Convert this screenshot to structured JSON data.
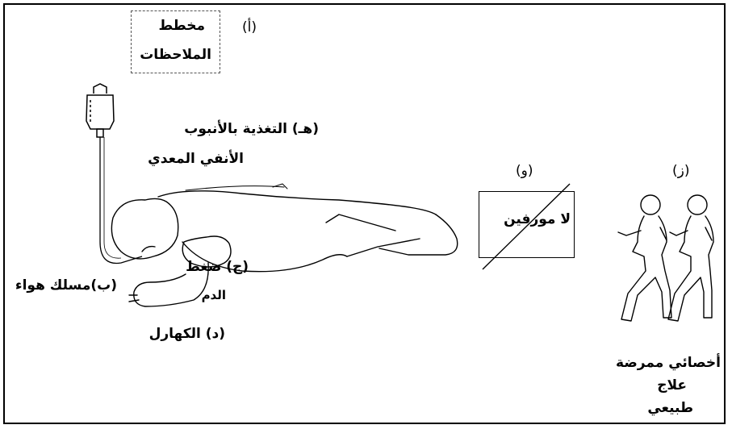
{
  "labels": {
    "a": "(أ)",
    "chart_line1": "مخطط",
    "chart_line2": "الملاحظات",
    "h_line1": "(هـ) التغذية بالأنبوب",
    "h_line2": "الأنفي المعدي",
    "w": "(و)",
    "z": "(ز)",
    "no_morphine": "لا مورفين",
    "b": "(ب)مسلك هواء",
    "j_line1": "(ج) ضغط",
    "j_line2": "الدم",
    "d": "(د) الكهارل",
    "staff_line1": "أخصائي ممرضة",
    "staff_line2": "علاج",
    "staff_line3": "طبيعي"
  }
}
